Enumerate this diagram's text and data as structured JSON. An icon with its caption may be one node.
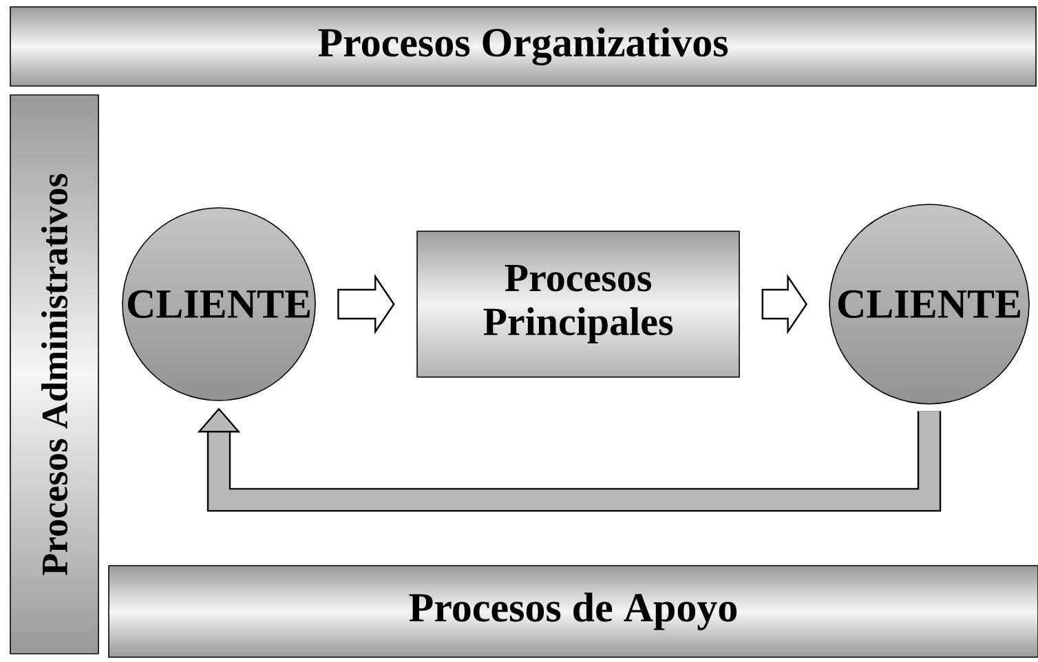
{
  "diagram": {
    "nodes": [
      {
        "text": [
          "Procesos Organizativos"
        ]
      },
      {
        "text": [
          "Procesos Administrativos"
        ]
      },
      {
        "text": [
          "CLIENTE"
        ]
      },
      {
        "text": [
          "Procesos Principales"
        ]
      },
      {
        "text": [
          "CLIENTE"
        ]
      },
      {
        "text": [
          "Procesos de Apoyo"
        ]
      }
    ],
    "edges": [
      {
        "from": 2,
        "to": 3,
        "arrow": "to"
      },
      {
        "from": 3,
        "to": 4,
        "arrow": "to"
      },
      {
        "from": 4,
        "to": 2,
        "arrow": "to"
      }
    ]
  }
}
